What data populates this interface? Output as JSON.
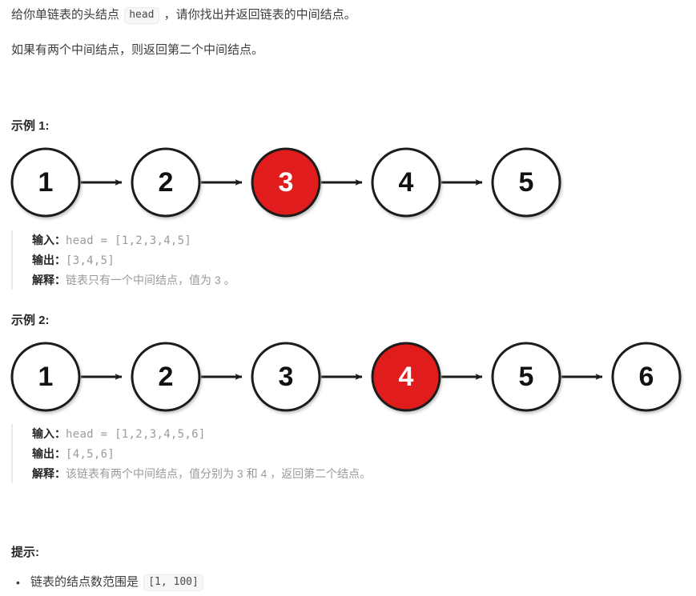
{
  "intro": {
    "line1_before": "给你单链表的头结点",
    "line1_code": "head",
    "line1_after": "，请你找出并返回链表的中间结点。",
    "line2": "如果有两个中间结点，则返回第二个中间结点。"
  },
  "headings": {
    "example1": "示例 1:",
    "example2": "示例 2:",
    "tips": "提示:"
  },
  "example1": {
    "diagram": {
      "type": "linked-list",
      "nodes": [
        {
          "value": "1",
          "highlight": false
        },
        {
          "value": "2",
          "highlight": false
        },
        {
          "value": "3",
          "highlight": true
        },
        {
          "value": "4",
          "highlight": false
        },
        {
          "value": "5",
          "highlight": false
        }
      ],
      "highlight_color": "#e01b1b",
      "node_fill": "#ffffff",
      "stroke_color": "#1a1a1a"
    },
    "input_label": "输入：",
    "input_value": "head = [1,2,3,4,5]",
    "output_label": "输出：",
    "output_value": "[3,4,5]",
    "explain_label": "解释：",
    "explain_value": "链表只有一个中间结点，值为 3 。"
  },
  "example2": {
    "diagram": {
      "type": "linked-list",
      "nodes": [
        {
          "value": "1",
          "highlight": false
        },
        {
          "value": "2",
          "highlight": false
        },
        {
          "value": "3",
          "highlight": false
        },
        {
          "value": "4",
          "highlight": true
        },
        {
          "value": "5",
          "highlight": false
        },
        {
          "value": "6",
          "highlight": false
        }
      ],
      "highlight_color": "#e01b1b",
      "node_fill": "#ffffff",
      "stroke_color": "#1a1a1a"
    },
    "input_label": "输入：",
    "input_value": "head = [1,2,3,4,5,6]",
    "output_label": "输出：",
    "output_value": "[4,5,6]",
    "explain_label": "解释：",
    "explain_value": "该链表有两个中间结点，值分别为 3 和 4 ，返回第二个结点。"
  },
  "tips": {
    "items": [
      {
        "bullet": "•",
        "text_before": "链表的结点数范围是",
        "code": "[1, 100]",
        "text_after": ""
      }
    ]
  }
}
